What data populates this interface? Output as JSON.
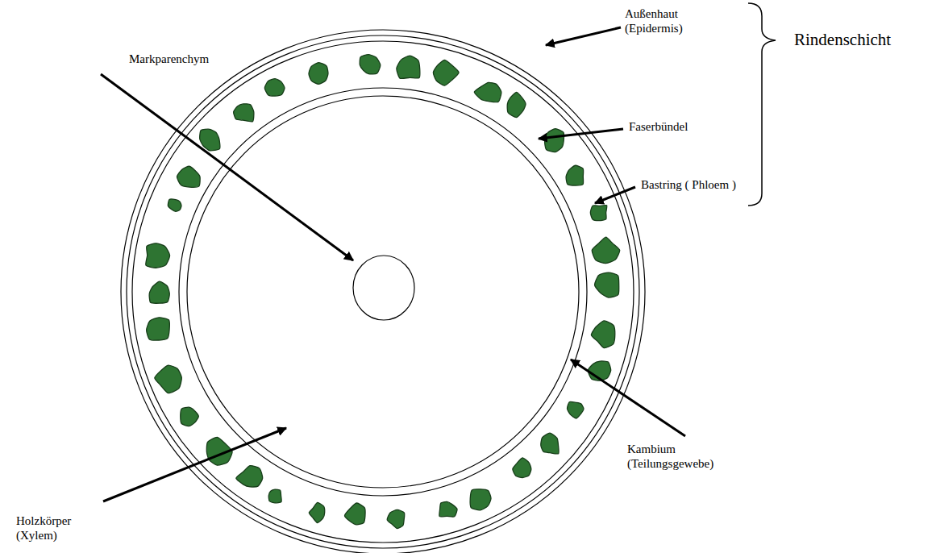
{
  "diagram": {
    "labels": [
      "Außenhaut (Epidermis)",
      "Markparenchym",
      "Faserbündel",
      "Rindenschicht",
      "Bastring ( Phloem )",
      "Holzkörper (Xylem)",
      "Kambium (Teilungsgewebe)"
    ]
  }
}
